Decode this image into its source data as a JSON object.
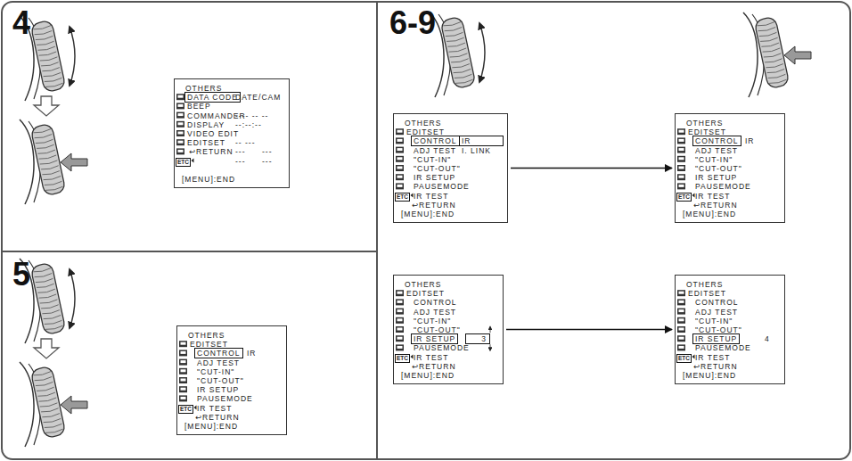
{
  "diagram": {
    "nodes": [
      {
        "text": [
          "4"
        ]
      },
      {
        "text": [
          "OTHERS",
          "DATA CODE",
          "DATE/CAM",
          "BEEP",
          "COMMANDER",
          "---- -- --",
          "DISPLAY",
          "--:--:--",
          "VIDEO EDIT",
          "EDITSET",
          "-- ---",
          "↩RETURN",
          "---",
          "---",
          "---",
          "---",
          "ETC",
          "[MENU]:END"
        ],
        "in": 0
      },
      {
        "text": [
          "5"
        ]
      },
      {
        "text": [
          "OTHERS",
          "EDITSET",
          "CONTROL",
          "IR",
          "ADJ TEST",
          "\"CUT-IN\"",
          "\"CUT-OUT\"",
          "IR SETUP",
          "PAUSEMODE",
          "IR TEST",
          "↩RETURN",
          "ETC",
          "[MENU]:END"
        ],
        "in": 2
      },
      {
        "text": [
          "6-9"
        ]
      },
      {
        "text": [
          "OTHERS",
          "EDITSET",
          "CONTROL",
          "IR",
          "I. LINK",
          "ADJ TEST",
          "\"CUT-IN\"",
          "\"CUT-OUT\"",
          "IR SETUP",
          "PAUSEMODE",
          "IR TEST",
          "↩RETURN",
          "ETC",
          "[MENU]:END"
        ],
        "in": 4
      },
      {
        "text": [
          "OTHERS",
          "EDITSET",
          "CONTROL",
          "IR",
          "ADJ TEST",
          "\"CUT-IN\"",
          "\"CUT-OUT\"",
          "IR SETUP",
          "PAUSEMODE",
          "IR TEST",
          "↩RETURN",
          "ETC",
          "[MENU]:END"
        ],
        "in": 4
      },
      {
        "text": [
          "OTHERS",
          "EDITSET",
          "CONTROL",
          "ADJ TEST",
          "\"CUT-IN\"",
          "\"CUT-OUT\"",
          "IR SETUP",
          "3",
          "PAUSEMODE",
          "IR TEST",
          "↩RETURN",
          "ETC",
          "[MENU]:END"
        ],
        "in": 4
      },
      {
        "text": [
          "OTHERS",
          "EDITSET",
          "CONTROL",
          "ADJ TEST",
          "\"CUT-IN\"",
          "\"CUT-OUT\"",
          "IR SETUP",
          "4",
          "PAUSEMODE",
          "IR TEST",
          "↩RETURN",
          "ETC",
          "[MENU]:END"
        ],
        "in": 4
      }
    ],
    "edges": [
      {
        "from": 5,
        "to": 6,
        "arrow": "to"
      },
      {
        "from": 7,
        "to": 8,
        "arrow": "to"
      }
    ]
  }
}
